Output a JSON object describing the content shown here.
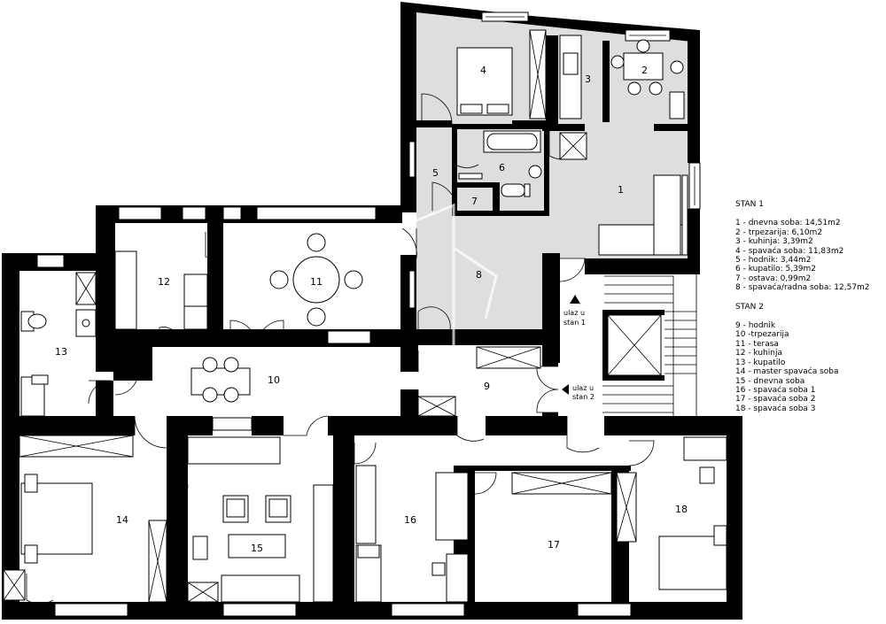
{
  "rooms": {
    "r1": "1",
    "r2": "2",
    "r3": "3",
    "r4": "4",
    "r5": "5",
    "r6": "6",
    "r7": "7",
    "r8": "8",
    "r9": "9",
    "r10": "10",
    "r11": "11",
    "r12": "12",
    "r13": "13",
    "r14": "14",
    "r15": "15",
    "r16": "16",
    "r17": "17",
    "r18": "18"
  },
  "entrances": {
    "stan1_line1": "ulaz u",
    "stan1_line2": "stan 1",
    "stan2_line1": "ulaz u",
    "stan2_line2": "stan 2"
  },
  "legend": {
    "stan1_title": "STAN 1",
    "stan1_items": [
      "1 - dnevna soba: 14,51m2",
      "2 - trpezarija: 6,10m2",
      "3 - kuhinja: 3,39m2",
      "4 - spavaća soba: 11,83m2",
      "5 - hodnik: 3,44m2",
      "6 - kupatilo: 5,39m2",
      "7 - ostava: 0,99m2",
      "8 - spavaća/radna soba: 12,57m2"
    ],
    "stan2_title": "STAN 2",
    "stan2_items": [
      "9 - hodnik",
      "10 -trpezarija",
      "11 - terasa",
      "12 - kuhinja",
      "13 - kupatilo",
      "14 - master spavaća soba",
      "15 - dnevna soba",
      "16 - spavaća soba 1",
      "17 - spavaća soba 2",
      "18 - spavaća soba 3"
    ]
  },
  "colors": {
    "wall": "#000000",
    "stan1_fill": "#dedede",
    "background": "#ffffff"
  }
}
